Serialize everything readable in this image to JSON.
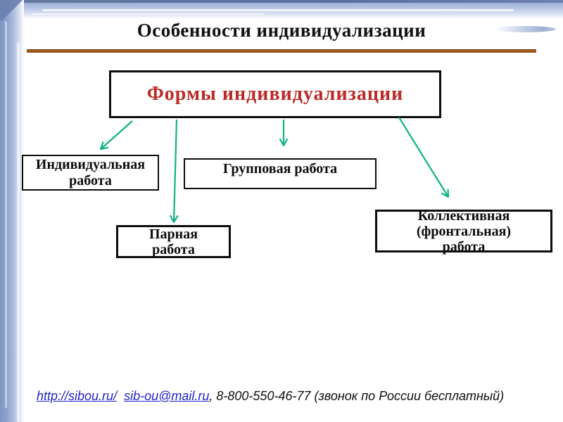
{
  "slide_title": "Особенности индивидуализации",
  "colors": {
    "divider": "#9c5a1e",
    "arrow": "#12b287",
    "root_text": "#bb2a26",
    "link": "#2323cb",
    "border_decoration": "#8fa3cc"
  },
  "diagram": {
    "root": {
      "id": "root",
      "label": "Формы индивидуализации"
    },
    "nodes": [
      {
        "id": "individual-work",
        "lines": [
          "Индивидуальная",
          "работа"
        ]
      },
      {
        "id": "group-work",
        "lines": [
          "Групповая работа"
        ]
      },
      {
        "id": "pair-work",
        "lines": [
          "Парная",
          "работа"
        ]
      },
      {
        "id": "collective-work",
        "lines": [
          "Коллективная",
          "(фронтальная)",
          "работа"
        ]
      }
    ],
    "edges": [
      {
        "from": "root",
        "to": "individual-work"
      },
      {
        "from": "root",
        "to": "pair-work"
      },
      {
        "from": "root",
        "to": "group-work"
      },
      {
        "from": "root",
        "to": "collective-work"
      }
    ]
  },
  "footer": {
    "url_label": "http://sibou.ru/",
    "email_label": "sib-ou@mail.ru",
    "rest_text": ", 8-800-550-46-77 (звонок по России бесплатный)"
  }
}
